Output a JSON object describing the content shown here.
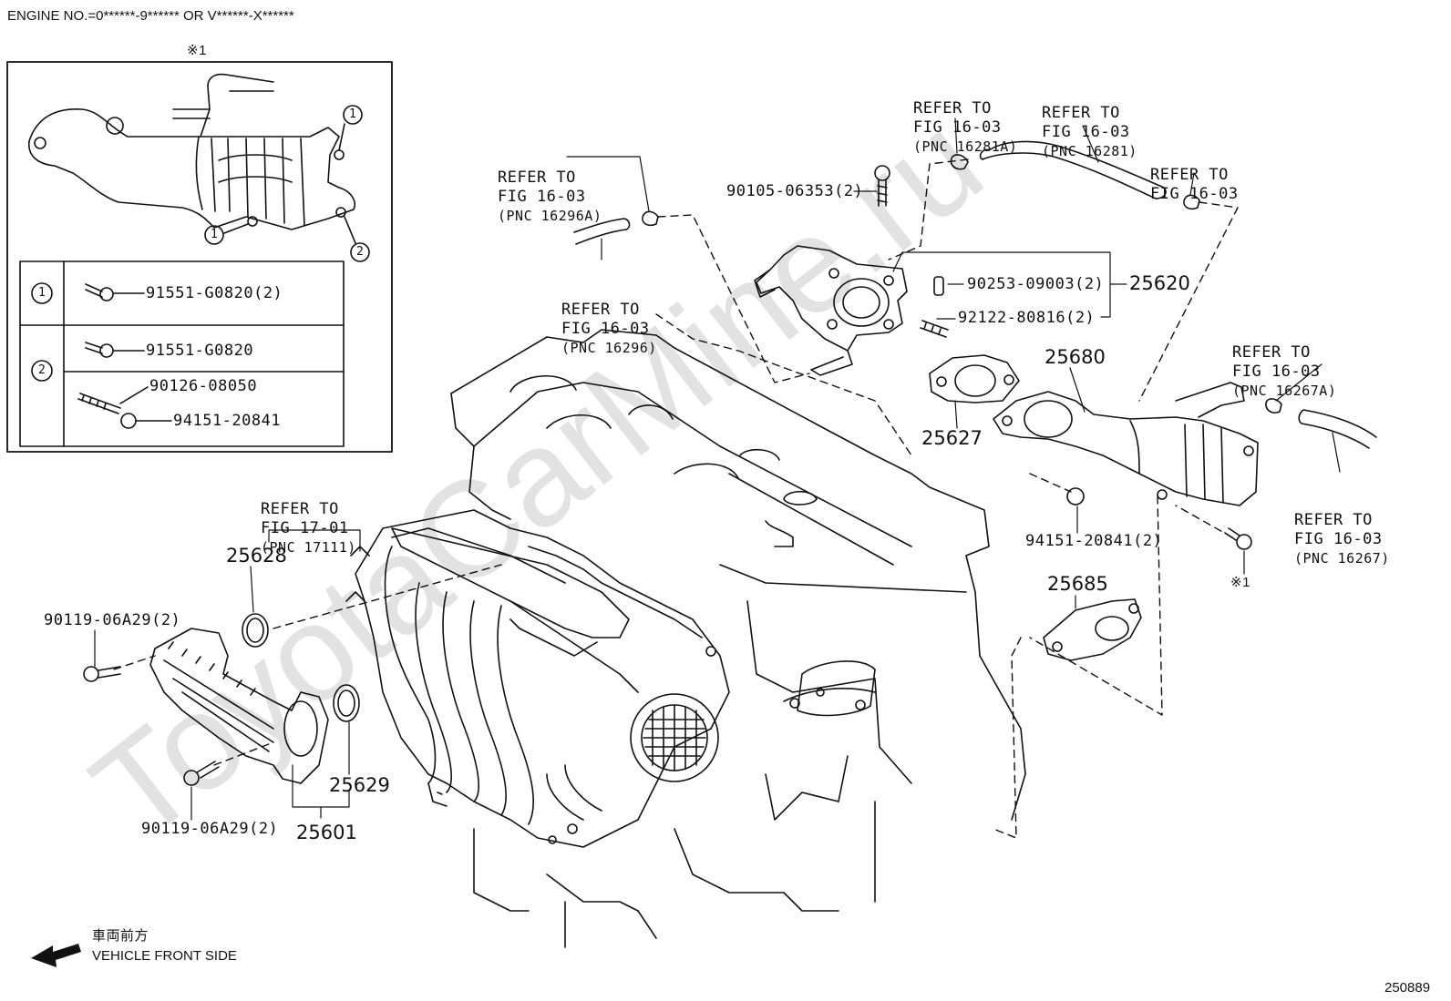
{
  "header": {
    "engine_no": "ENGINE NO.=0******-9****** OR V******-X******"
  },
  "footer": {
    "front_jp": "車両前方",
    "front_en": "VEHICLE FRONT SIDE",
    "illustration_no": "250889"
  },
  "watermark": "ToyotaCarMine.ru",
  "inset": {
    "title": "※1",
    "callout_1": "1",
    "callout_2": "2",
    "rows": [
      {
        "key": "1",
        "parts": [
          "91551-G0820(2)"
        ]
      },
      {
        "key": "2",
        "parts": [
          "91551-G0820",
          "90126-08050",
          "94151-20841"
        ]
      }
    ]
  },
  "labels": {
    "refer_to": "REFER TO",
    "fig_16_03": "FIG 16-03",
    "fig_17_01": "FIG 17-01",
    "pnc_16281A": "(PNC 16281A)",
    "pnc_16281": "(PNC 16281)",
    "pnc_16296A": "(PNC 16296A)",
    "pnc_16296": "(PNC 16296)",
    "pnc_16267A": "(PNC 16267A)",
    "pnc_16267": "(PNC 16267)",
    "pnc_17111": "(PNC 17111)",
    "note_1": "※1"
  },
  "parts": {
    "p_90105": "90105-06353(2)",
    "p_90253": "90253-09003(2)",
    "p_92122": "92122-80816(2)",
    "p_25620": "25620",
    "p_25680": "25680",
    "p_25627": "25627",
    "p_94151": "94151-20841(2)",
    "p_25685": "25685",
    "p_25628": "25628",
    "p_90119a": "90119-06A29(2)",
    "p_90119b": "90119-06A29(2)",
    "p_25629": "25629",
    "p_25601": "25601"
  }
}
